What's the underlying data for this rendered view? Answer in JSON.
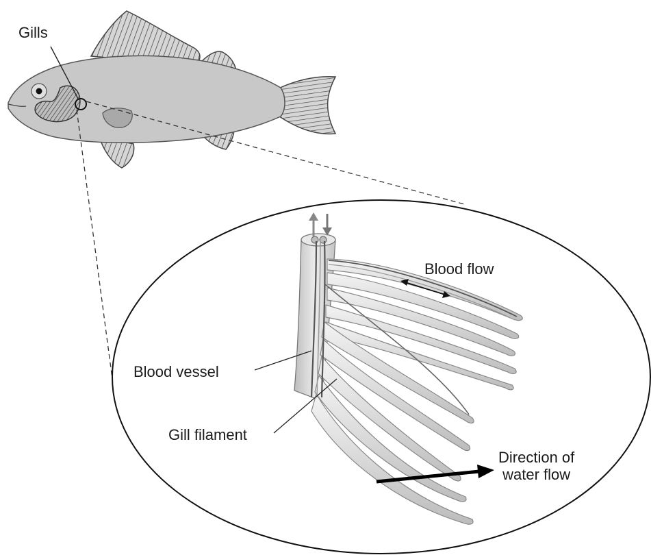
{
  "labels": {
    "gills": "Gills",
    "blood_flow": "Blood flow",
    "blood_vessel": "Blood vessel",
    "gill_filament": "Gill filament",
    "water_flow_line1": "Direction of",
    "water_flow_line2": "water flow"
  },
  "colors": {
    "fish_body": "#c8c8c8",
    "fin_stripe": "#555555",
    "filament_fill": "#dcdcdc",
    "outline": "#1a1a1a",
    "arrow": "#000000"
  }
}
